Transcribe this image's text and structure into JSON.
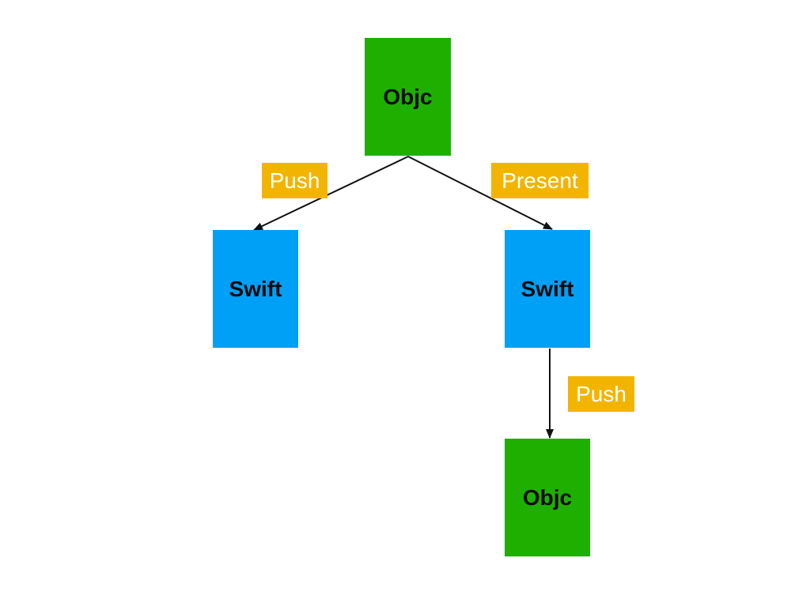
{
  "nodes": {
    "root": {
      "label": "Objc",
      "color": "#1faf00"
    },
    "left": {
      "label": "Swift",
      "color": "#00a0f7"
    },
    "right": {
      "label": "Swift",
      "color": "#00a0f7"
    },
    "bottom": {
      "label": "Objc",
      "color": "#1faf00"
    }
  },
  "edges": [
    {
      "from": "root",
      "to": "left",
      "label": "Push"
    },
    {
      "from": "root",
      "to": "right",
      "label": "Present"
    },
    {
      "from": "right",
      "to": "bottom",
      "label": "Push"
    }
  ],
  "colors": {
    "label_background": "#f3b400",
    "label_text": "#ffffff",
    "arrow": "#111111"
  }
}
